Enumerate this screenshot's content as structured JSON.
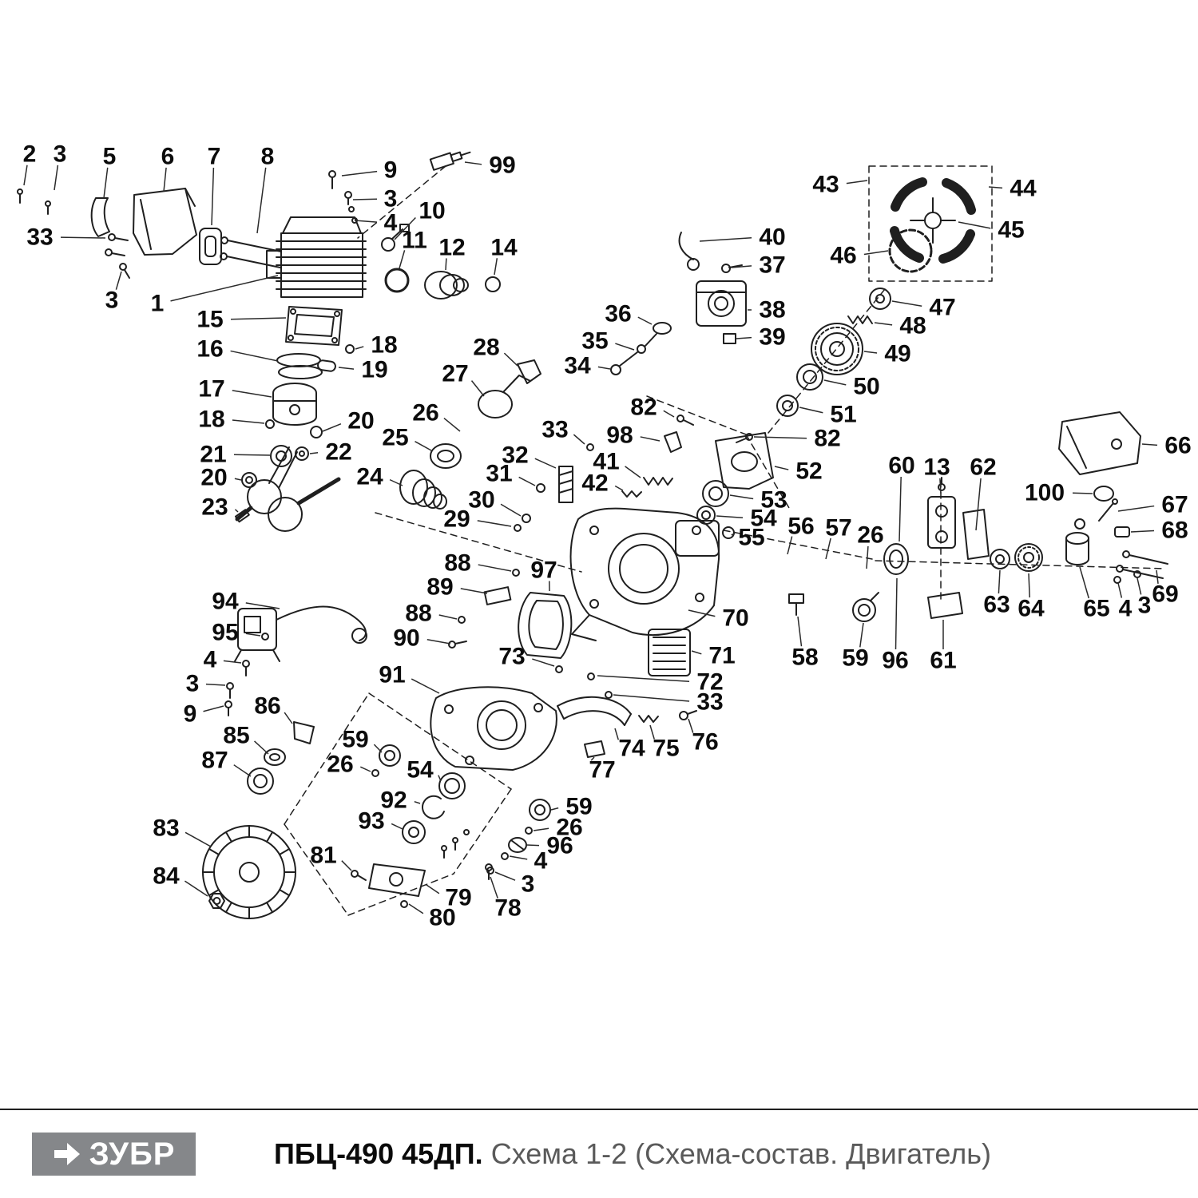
{
  "footer": {
    "brand": "ЗУБР",
    "title_bold": "ПБЦ-490 45ДП.",
    "title_rest": " Схема 1-2 (Схема-состав. Двигатель)"
  },
  "diagram": {
    "callouts": [
      [
        "2",
        37,
        193,
        30,
        232
      ],
      [
        "3",
        75,
        193,
        68,
        238
      ],
      [
        "5",
        137,
        196,
        130,
        248
      ],
      [
        "6",
        210,
        196,
        205,
        240
      ],
      [
        "7",
        268,
        196,
        265,
        282
      ],
      [
        "8",
        335,
        196,
        322,
        292
      ],
      [
        "9",
        489,
        213,
        428,
        220
      ],
      [
        "3",
        489,
        249,
        442,
        250
      ],
      [
        "4",
        489,
        279,
        444,
        276
      ],
      [
        "99",
        629,
        207,
        582,
        203
      ],
      [
        "10",
        541,
        264,
        494,
        300
      ],
      [
        "11",
        519,
        301,
        500,
        336
      ],
      [
        "12",
        566,
        310,
        558,
        338
      ],
      [
        "14",
        631,
        310,
        619,
        344
      ],
      [
        "33",
        50,
        297,
        132,
        298
      ],
      [
        "3",
        140,
        376,
        152,
        340
      ],
      [
        "1",
        197,
        380,
        348,
        345
      ],
      [
        "15",
        263,
        400,
        358,
        398
      ],
      [
        "16",
        263,
        437,
        348,
        452
      ],
      [
        "18",
        481,
        432,
        445,
        437
      ],
      [
        "19",
        469,
        463,
        424,
        460
      ],
      [
        "17",
        265,
        487,
        340,
        497
      ],
      [
        "18",
        265,
        525,
        331,
        530
      ],
      [
        "20",
        452,
        527,
        404,
        540
      ],
      [
        "26",
        533,
        517,
        576,
        540
      ],
      [
        "25",
        495,
        548,
        540,
        564
      ],
      [
        "21",
        267,
        569,
        338,
        570
      ],
      [
        "22",
        424,
        566,
        388,
        568
      ],
      [
        "20",
        268,
        598,
        302,
        601
      ],
      [
        "24",
        463,
        597,
        504,
        608
      ],
      [
        "23",
        269,
        635,
        298,
        641
      ],
      [
        "27",
        570,
        468,
        606,
        496
      ],
      [
        "28",
        609,
        435,
        648,
        458
      ],
      [
        "33",
        695,
        538,
        732,
        556
      ],
      [
        "32",
        645,
        570,
        696,
        586
      ],
      [
        "31",
        625,
        593,
        670,
        608
      ],
      [
        "30",
        603,
        626,
        652,
        646
      ],
      [
        "29",
        572,
        650,
        640,
        659
      ],
      [
        "41",
        759,
        578,
        802,
        598
      ],
      [
        "42",
        745,
        605,
        780,
        614
      ],
      [
        "36",
        774,
        393,
        816,
        406
      ],
      [
        "35",
        745,
        427,
        794,
        438
      ],
      [
        "34",
        723,
        458,
        764,
        462
      ],
      [
        "40",
        967,
        297,
        876,
        302
      ],
      [
        "37",
        967,
        332,
        916,
        335
      ],
      [
        "38",
        967,
        388,
        936,
        388
      ],
      [
        "39",
        967,
        422,
        922,
        424
      ],
      [
        "43",
        1034,
        231,
        1086,
        226
      ],
      [
        "44",
        1281,
        236,
        1238,
        234
      ],
      [
        "45",
        1266,
        288,
        1200,
        278
      ],
      [
        "46",
        1056,
        320,
        1112,
        314
      ],
      [
        "47",
        1180,
        385,
        1117,
        377
      ],
      [
        "48",
        1143,
        408,
        1095,
        404
      ],
      [
        "49",
        1124,
        443,
        1082,
        440
      ],
      [
        "50",
        1085,
        484,
        1032,
        476
      ],
      [
        "51",
        1056,
        519,
        1001,
        510
      ],
      [
        "82",
        806,
        510,
        844,
        522
      ],
      [
        "98",
        776,
        545,
        826,
        552
      ],
      [
        "82",
        1036,
        549,
        944,
        547
      ],
      [
        "52",
        1013,
        590,
        970,
        584
      ],
      [
        "53",
        969,
        626,
        914,
        620
      ],
      [
        "54",
        956,
        649,
        897,
        646
      ],
      [
        "55",
        941,
        673,
        920,
        668
      ],
      [
        "56",
        1003,
        659,
        986,
        694
      ],
      [
        "57",
        1050,
        661,
        1034,
        700
      ],
      [
        "26",
        1090,
        670,
        1085,
        712
      ],
      [
        "60",
        1129,
        583,
        1126,
        678
      ],
      [
        "13",
        1173,
        585,
        1178,
        618
      ],
      [
        "62",
        1231,
        585,
        1222,
        664
      ],
      [
        "66",
        1475,
        558,
        1430,
        556
      ],
      [
        "100",
        1308,
        617,
        1368,
        618
      ],
      [
        "67",
        1471,
        632,
        1400,
        640
      ],
      [
        "68",
        1471,
        664,
        1416,
        666
      ],
      [
        "69",
        1459,
        744,
        1448,
        714
      ],
      [
        "3",
        1433,
        758,
        1424,
        724
      ],
      [
        "4",
        1409,
        762,
        1400,
        730
      ],
      [
        "65",
        1373,
        762,
        1352,
        710
      ],
      [
        "64",
        1291,
        762,
        1288,
        718
      ],
      [
        "63",
        1248,
        757,
        1252,
        714
      ],
      [
        "58",
        1008,
        823,
        999,
        772
      ],
      [
        "59",
        1071,
        824,
        1081,
        780
      ],
      [
        "96",
        1121,
        827,
        1123,
        724
      ],
      [
        "61",
        1181,
        827,
        1181,
        776
      ],
      [
        "88",
        573,
        705,
        640,
        715
      ],
      [
        "89",
        551,
        735,
        610,
        743
      ],
      [
        "97",
        681,
        714,
        688,
        740
      ],
      [
        "88",
        524,
        768,
        572,
        775
      ],
      [
        "90",
        509,
        799,
        564,
        806
      ],
      [
        "70",
        921,
        774,
        862,
        764
      ],
      [
        "71",
        904,
        821,
        866,
        815
      ],
      [
        "73",
        641,
        822,
        694,
        834
      ],
      [
        "72",
        889,
        854,
        748,
        846
      ],
      [
        "33",
        889,
        879,
        768,
        870
      ],
      [
        "94",
        282,
        753,
        350,
        762
      ],
      [
        "95",
        282,
        792,
        326,
        796
      ],
      [
        "4",
        263,
        826,
        302,
        830
      ],
      [
        "3",
        241,
        856,
        282,
        858
      ],
      [
        "9",
        238,
        894,
        280,
        884
      ],
      [
        "86",
        335,
        884,
        366,
        906
      ],
      [
        "91",
        491,
        845,
        550,
        868
      ],
      [
        "85",
        296,
        921,
        336,
        944
      ],
      [
        "87",
        269,
        952,
        314,
        972
      ],
      [
        "59",
        445,
        926,
        478,
        942
      ],
      [
        "26",
        426,
        957,
        464,
        966
      ],
      [
        "54",
        526,
        964,
        552,
        978
      ],
      [
        "92",
        493,
        1002,
        526,
        1006
      ],
      [
        "93",
        465,
        1028,
        504,
        1038
      ],
      [
        "74",
        791,
        937,
        770,
        912
      ],
      [
        "75",
        834,
        937,
        814,
        908
      ],
      [
        "76",
        883,
        929,
        862,
        900
      ],
      [
        "77",
        754,
        964,
        744,
        948
      ],
      [
        "59",
        725,
        1010,
        690,
        1014
      ],
      [
        "26",
        713,
        1036,
        668,
        1040
      ],
      [
        "96",
        701,
        1059,
        660,
        1058
      ],
      [
        "4",
        677,
        1078,
        638,
        1072
      ],
      [
        "3",
        661,
        1107,
        620,
        1092
      ],
      [
        "83",
        208,
        1037,
        264,
        1060
      ],
      [
        "84",
        208,
        1097,
        260,
        1122
      ],
      [
        "81",
        405,
        1071,
        440,
        1090
      ],
      [
        "79",
        574,
        1124,
        534,
        1108
      ],
      [
        "78",
        636,
        1137,
        614,
        1098
      ],
      [
        "80",
        554,
        1149,
        512,
        1132
      ]
    ]
  }
}
